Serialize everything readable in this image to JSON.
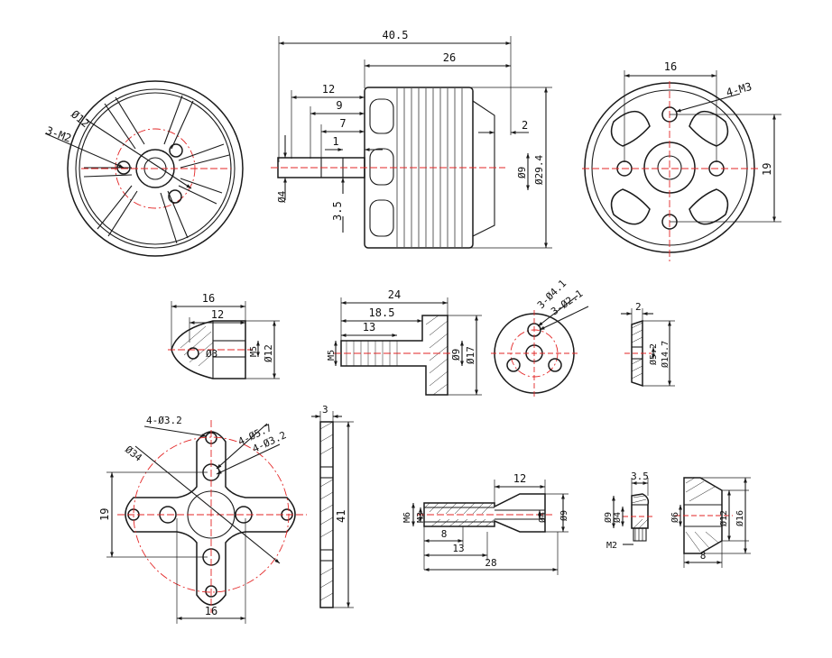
{
  "colors": {
    "line": "#1a1a1a",
    "centerline": "#e32626",
    "background": "#ffffff"
  },
  "front_view": {
    "d_bolt_circle": "Ø12",
    "screws": "3-M2"
  },
  "side_view": {
    "overall_length": "40.5",
    "body_length": "26",
    "shaft_12": "12",
    "shaft_9": "9",
    "shaft_7": "7",
    "shaft_1": "1",
    "shaft_d": "Ø4",
    "shaft_35": "3.5",
    "flange_2": "2",
    "d9": "Ø9",
    "d294": "Ø29.4"
  },
  "rear_view": {
    "width_16": "16",
    "height_19": "19",
    "screws": "4-M3"
  },
  "spinner_cap": {
    "len16": "16",
    "len12": "12",
    "d3": "Ø3",
    "m5": "M5",
    "d12": "Ø12"
  },
  "prop_adapter": {
    "len24": "24",
    "len185": "18.5",
    "len13": "13",
    "m5": "M5",
    "d9": "Ø9",
    "d17": "Ø17"
  },
  "adapter_face": {
    "holes41": "3-Ø4.1",
    "holes21": "3-Ø2.1"
  },
  "washer": {
    "t2": "2",
    "d52": "Ø5.2",
    "d147": "Ø14.7"
  },
  "x_mount": {
    "holes32a": "4-Ø3.2",
    "holes57": "4-Ø5.7",
    "holes32b": "4-Ø3.2",
    "d34": "Ø34",
    "h19": "19",
    "w16": "16"
  },
  "mount_side": {
    "t3": "3",
    "h41": "41"
  },
  "standoff": {
    "len12": "12",
    "m6": "M6",
    "m3": "M3",
    "d4": "Ø4",
    "d9": "Ø9",
    "len8": "8",
    "len13": "13",
    "len28": "28"
  },
  "collar": {
    "t35": "3.5",
    "d9": "Ø9",
    "d4": "Ø4",
    "m2": "M2"
  },
  "cone_nut": {
    "d6": "Ø6",
    "d12": "Ø12",
    "d16": "Ø16",
    "len8": "8"
  }
}
